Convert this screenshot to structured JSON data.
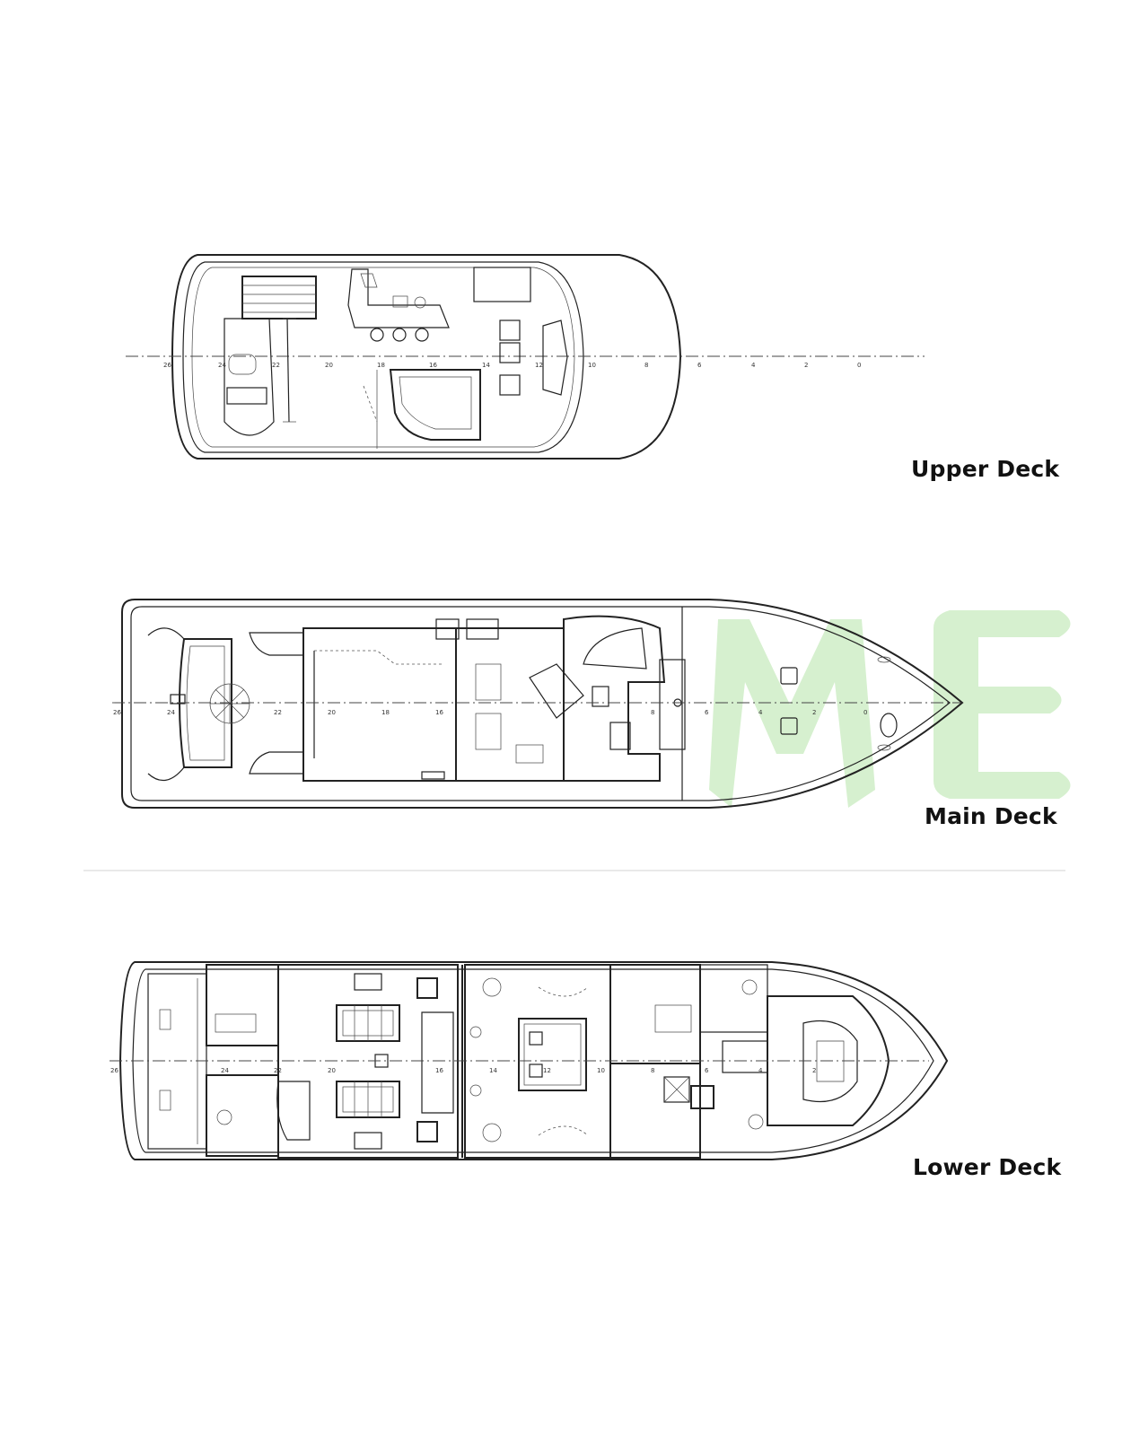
{
  "decks": [
    {
      "id": "upper",
      "label": "Upper Deck"
    },
    {
      "id": "main",
      "label": "Main Deck"
    },
    {
      "id": "lower",
      "label": "Lower Deck"
    }
  ],
  "frame_numbers": [
    "26",
    "24",
    "22",
    "20",
    "18",
    "16",
    "14",
    "12",
    "10",
    "8",
    "6",
    "4",
    "2",
    "0"
  ],
  "watermark": {
    "color": "#d6f0cf"
  },
  "colors": {
    "line": "#222222",
    "background": "#ffffff",
    "divider": "#e2e2e2"
  }
}
